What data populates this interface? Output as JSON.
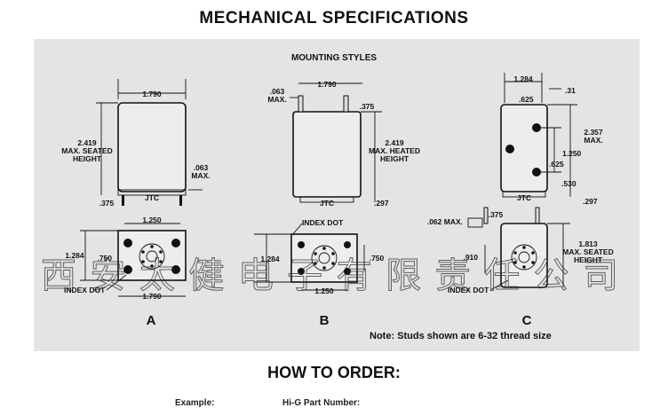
{
  "title": "MECHANICAL SPECIFICATIONS",
  "subtitle": "MOUNTING STYLES",
  "note": "Note: Studs shown are 6-32 thread size",
  "how_to_order": "HOW TO ORDER:",
  "cut_text_left": "Example:",
  "cut_text_right": "Hi-G Part Number:",
  "watermark": "西安太健电子有限责任公司",
  "styles": {
    "a": {
      "label": "A",
      "width": "1.790",
      "height_lines": [
        "2.419",
        "MAX. SEATED",
        "HEIGHT"
      ],
      "stud_height_lines": [
        ".063",
        "MAX."
      ],
      "stud_len": ".375",
      "spacing": "1.250",
      "bottom_width": "1.790",
      "depth": "1.284",
      "inner": ".750",
      "index_label": "INDEX DOT"
    },
    "b": {
      "label": "B",
      "top_lines": [
        ".063",
        "MAX."
      ],
      "width": "1.790",
      "stud_len": ".375",
      "height_lines": [
        "2.419",
        "MAX. HEATED",
        "HEIGHT"
      ],
      "bottom_dim": ".297",
      "index_label": "INDEX DOT",
      "depth": "1.284",
      "inner": ".750",
      "spacing": "1.250"
    },
    "c": {
      "label": "C",
      "width": "1.284",
      "right_dim": ".31",
      "hole_offset": ".625",
      "height_lines": [
        "2.357",
        "MAX."
      ],
      "hole_spacing": "1.250",
      "hole_lower": ".625",
      "low_dim": ".530",
      "bottom_dim": ".297",
      "stud_max": ".062 MAX.",
      "stud_len": ".375",
      "inner": ".910",
      "height2_lines": [
        "1.813",
        "MAX. SEATED",
        "HEIGHT"
      ],
      "index_label": "INDEX DOT"
    }
  }
}
